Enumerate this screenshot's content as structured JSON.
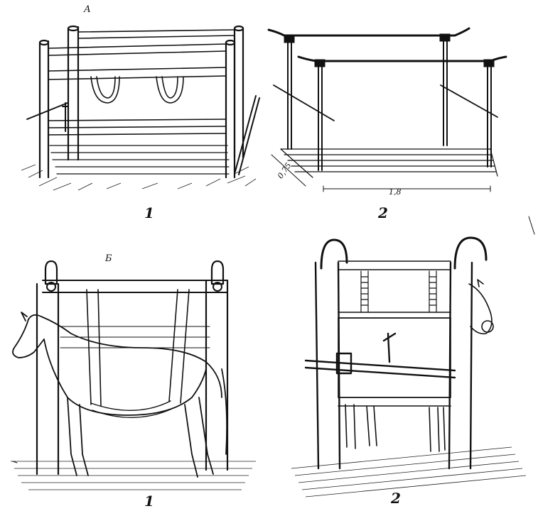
{
  "panels": {
    "top_left": {
      "letter": "А",
      "number": "1"
    },
    "top_right": {
      "number": "2",
      "dim_width": "1,8",
      "dim_depth": "0,75"
    },
    "bottom_left": {
      "letter": "Б",
      "number": "1"
    },
    "bottom_right": {
      "number": "2"
    }
  }
}
